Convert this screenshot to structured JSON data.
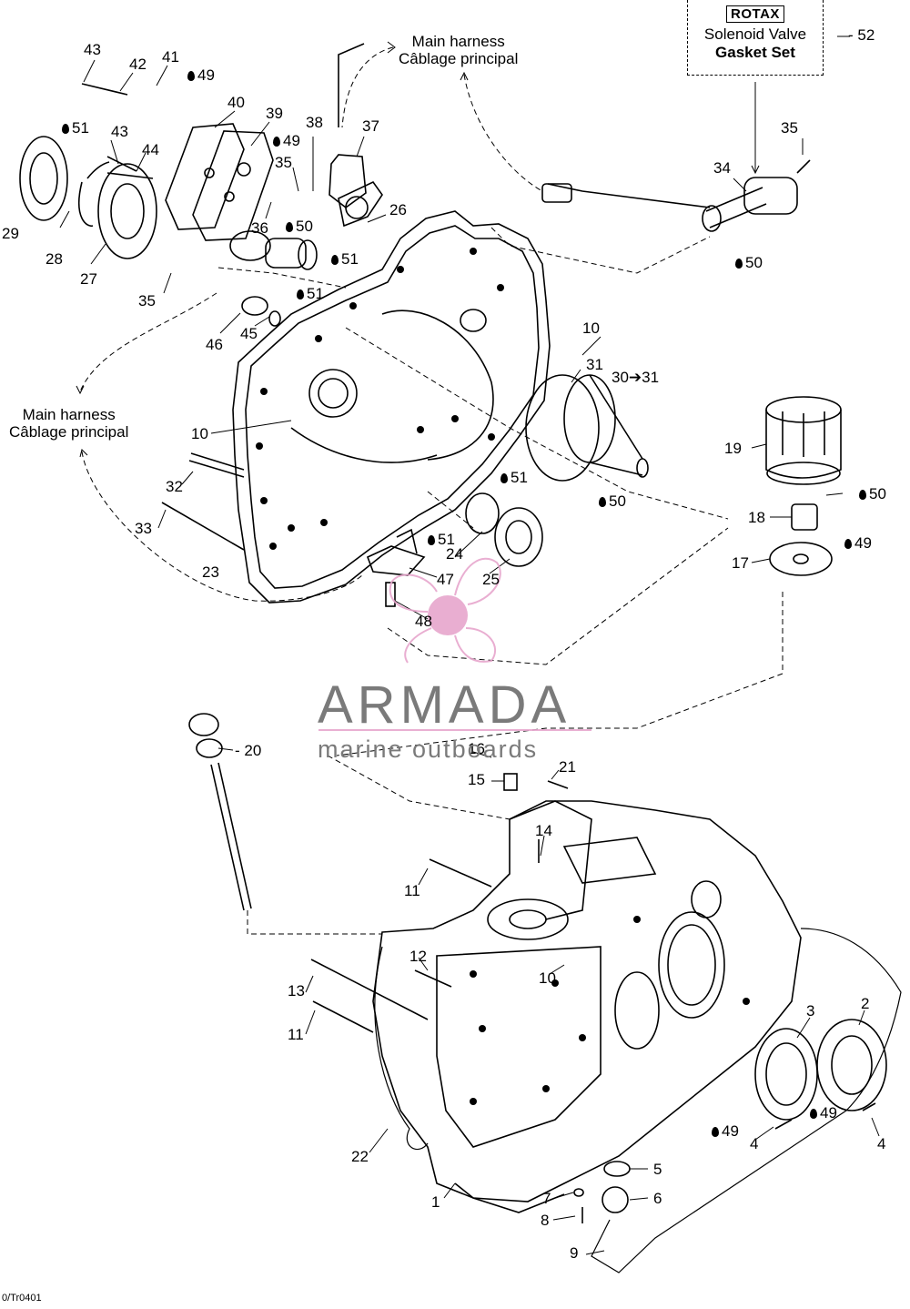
{
  "callouts": {
    "c43a": "43",
    "c42": "42",
    "c41": "41",
    "c40": "40",
    "c39": "39",
    "c38": "38",
    "c37": "37",
    "c43b": "43",
    "c44": "44",
    "c35a": "35",
    "c36": "36",
    "c26": "26",
    "c29": "29",
    "c28": "28",
    "c27": "27",
    "c35b": "35",
    "c46": "46",
    "c45": "45",
    "c35c": "35",
    "c34": "34",
    "c10a": "10",
    "c31": "31",
    "c30_31": "30➔31",
    "c10b": "10",
    "c19": "19",
    "c32": "32",
    "c33": "33",
    "c24": "24",
    "c25": "25",
    "c47": "47",
    "c48": "48",
    "c18": "18",
    "c17": "17",
    "c23": "23",
    "c20": "- 20",
    "c16": "16",
    "c21": "21",
    "c15": "15",
    "c14": "14",
    "c11a": "11",
    "c12": "12",
    "c10c": "10",
    "c13": "13",
    "c11b": "11",
    "c3": "3",
    "c2": "2",
    "c22": "22",
    "c1": "1",
    "c4a": "4",
    "c4b": "4",
    "c5": "5",
    "c6": "6",
    "c7": "7",
    "c8": "8",
    "c9": "9",
    "c52": "- 52"
  },
  "lubricants": {
    "l49a": "49",
    "l51a": "51",
    "l49b": "49",
    "l50a": "50",
    "l51b": "51",
    "l51c": "51",
    "l50b": "50",
    "l50c": "50",
    "l51d": "51",
    "l51e": "51",
    "l50d": "50",
    "l49c": "49",
    "l49d": "49",
    "l49e": "49"
  },
  "notes": {
    "harness_top_line1": "Main harness",
    "harness_top_line2": "Câblage principal",
    "harness_left_line1": "Main harness",
    "harness_left_line2": "Câblage principal"
  },
  "kit": {
    "brand": "ROTAX",
    "line1": "Solenoid Valve",
    "line2": "Gasket Set"
  },
  "watermark": {
    "title": "ARMADA",
    "subtitle": "marine outboards",
    "color": "#e7a6cd"
  },
  "reference": "0/Tr0401"
}
